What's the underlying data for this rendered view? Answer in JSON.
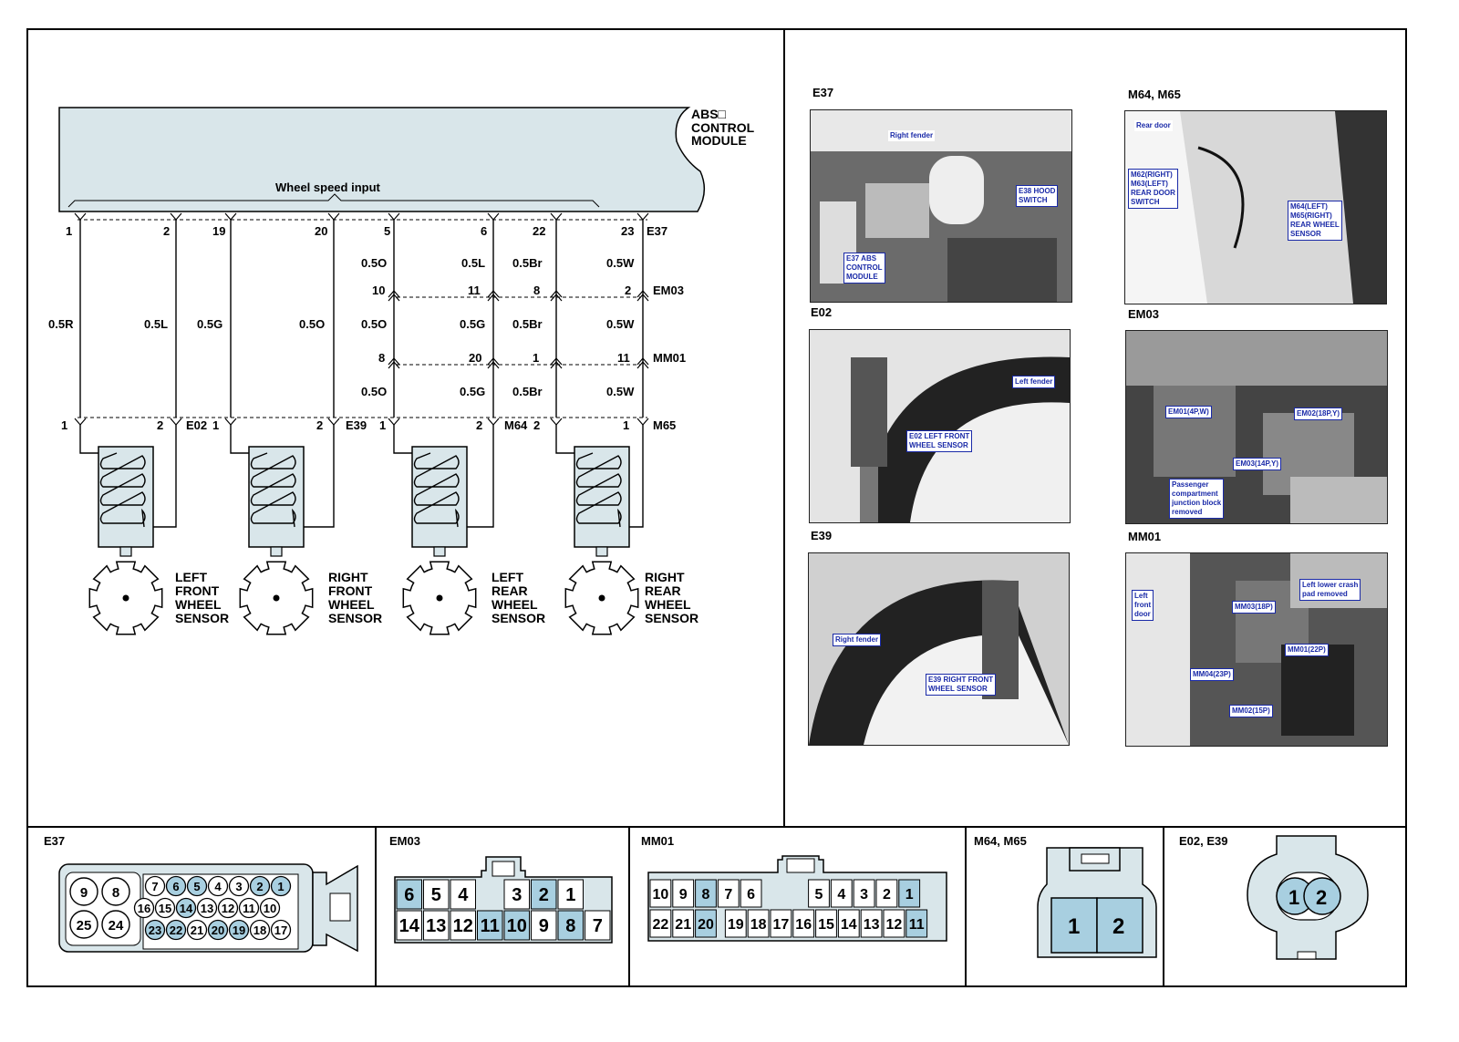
{
  "module": {
    "name_line1": "ABS□",
    "name_line2": "CONTROL",
    "name_line3": "MODULE",
    "input_label": "Wheel speed input"
  },
  "pins_top": [
    {
      "num": "1"
    },
    {
      "num": "2"
    },
    {
      "num": "19"
    },
    {
      "num": "20"
    },
    {
      "num": "5"
    },
    {
      "num": "6"
    },
    {
      "num": "22"
    },
    {
      "num": "23"
    }
  ],
  "connector_labels": {
    "e37": "E37",
    "em03": "EM03",
    "mm01": "MM01",
    "e02": "E02",
    "e39": "E39",
    "m64": "M64",
    "m65": "M65"
  },
  "wires": {
    "left_front": {
      "a": "0.5R",
      "b": "0.5L"
    },
    "right_front": {
      "a": "0.5G",
      "b": "0.5O"
    },
    "rear_row1": [
      "0.5O",
      "0.5L",
      "0.5Br",
      "0.5W"
    ],
    "rear_row2": [
      "0.5O",
      "0.5G",
      "0.5Br",
      "0.5W"
    ],
    "rear_row3": [
      "0.5O",
      "0.5G",
      "0.5Br",
      "0.5W"
    ]
  },
  "em03_pins": [
    "10",
    "11",
    "8",
    "2"
  ],
  "mm01_pins": [
    "8",
    "20",
    "1",
    "11"
  ],
  "sensor_pins": {
    "e02": [
      "1",
      "2"
    ],
    "e39": [
      "1",
      "2"
    ],
    "m64": [
      "1",
      "2"
    ],
    "m65": [
      "2",
      "1"
    ]
  },
  "sensors": [
    {
      "l1": "LEFT",
      "l2": "FRONT",
      "l3": "WHEEL",
      "l4": "SENSOR"
    },
    {
      "l1": "RIGHT",
      "l2": "FRONT",
      "l3": "WHEEL",
      "l4": "SENSOR"
    },
    {
      "l1": "LEFT",
      "l2": "REAR",
      "l3": "WHEEL",
      "l4": "SENSOR"
    },
    {
      "l1": "RIGHT",
      "l2": "REAR",
      "l3": "WHEEL",
      "l4": "SENSOR"
    }
  ],
  "photos": [
    {
      "title": "E37",
      "tags": [
        "Right fender",
        "E38 HOOD\nSWITCH",
        "E37 ABS\nCONTROL\nMODULE"
      ]
    },
    {
      "title": "M64, M65",
      "tags": [
        "Rear door",
        "M62(RIGHT)\nM63(LEFT)\nREAR DOOR\nSWITCH",
        "M64(LEFT)\nM65(RIGHT)\nREAR WHEEL\nSENSOR"
      ]
    },
    {
      "title": "E02",
      "tags": [
        "Left fender",
        "E02 LEFT FRONT\nWHEEL SENSOR"
      ]
    },
    {
      "title": "EM03",
      "tags": [
        "EM01(4P,W)",
        "EM02(18P,Y)",
        "EM03(14P,Y)",
        "Passenger\ncompartment\njunction block\nremoved"
      ]
    },
    {
      "title": "E39",
      "tags": [
        "Right fender",
        "E39 RIGHT FRONT\nWHEEL SENSOR"
      ]
    },
    {
      "title": "MM01",
      "tags": [
        "Left\nfront\ndoor",
        "Left lower crash\npad removed",
        "MM03(18P)",
        "MM01(22P)",
        "MM04(23P)",
        "MM02(15P)"
      ]
    }
  ],
  "bottom": {
    "e37": {
      "title": "E37",
      "big": [
        "9",
        "8",
        "25",
        "24"
      ],
      "row1": [
        "7",
        "6",
        "5",
        "4",
        "3",
        "2",
        "1"
      ],
      "row2": [
        "16",
        "15",
        "14",
        "13",
        "12",
        "11",
        "10"
      ],
      "row3": [
        "23",
        "22",
        "21",
        "20",
        "19",
        "18",
        "17"
      ],
      "hl": [
        "6",
        "5",
        "2",
        "1",
        "14",
        "23",
        "22",
        "20",
        "19"
      ]
    },
    "em03": {
      "title": "EM03",
      "row1": [
        "6",
        "5",
        "4",
        "",
        "3",
        "2",
        "1"
      ],
      "row2": [
        "14",
        "13",
        "12",
        "11",
        "10",
        "9",
        "8",
        "7"
      ],
      "hl": [
        "6",
        "2",
        "11",
        "10",
        "8"
      ]
    },
    "mm01": {
      "title": "MM01",
      "row1": [
        "10",
        "9",
        "8",
        "7",
        "6",
        "",
        "5",
        "4",
        "3",
        "2",
        "1"
      ],
      "row2": [
        "22",
        "21",
        "20",
        "19",
        "18",
        "17",
        "16",
        "15",
        "14",
        "13",
        "12",
        "11"
      ],
      "hl": [
        "8",
        "1",
        "20",
        "11"
      ]
    },
    "m64": {
      "title": "M64, M65",
      "pins": [
        "1",
        "2"
      ]
    },
    "e02": {
      "title": "E02, E39",
      "pins": [
        "1",
        "2"
      ]
    }
  },
  "colors": {
    "fill": "#d9e6ea",
    "highlight": "#a8cfe0",
    "tag_blue": "#1a2aa8"
  }
}
